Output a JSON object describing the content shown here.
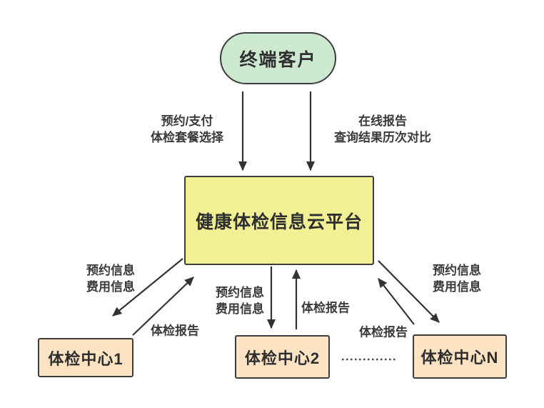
{
  "diagram": {
    "nodes": {
      "client": {
        "label": "终端客户"
      },
      "platform": {
        "label": "健康体检信息云平台"
      },
      "centers": [
        {
          "label": "体检中心1"
        },
        {
          "label": "体检中心2"
        },
        {
          "label": "体检中心N"
        }
      ]
    },
    "flows": {
      "client_to_platform": [
        "预约/支付",
        "体检套餐选择"
      ],
      "platform_to_client": [
        "在线报告",
        "查询结果历次对比"
      ],
      "platform_to_center": [
        "预约信息",
        "费用信息"
      ],
      "center_to_platform": [
        "体检报告"
      ]
    },
    "colors": {
      "background": "#ffffff",
      "client_fill": "#cde8d0",
      "platform_fill": "#f2f094",
      "center_fill": "#fbe3c4",
      "node_border": "#3d3d3d",
      "arrow": "#333333",
      "label_text": "#3a3a3a"
    }
  }
}
